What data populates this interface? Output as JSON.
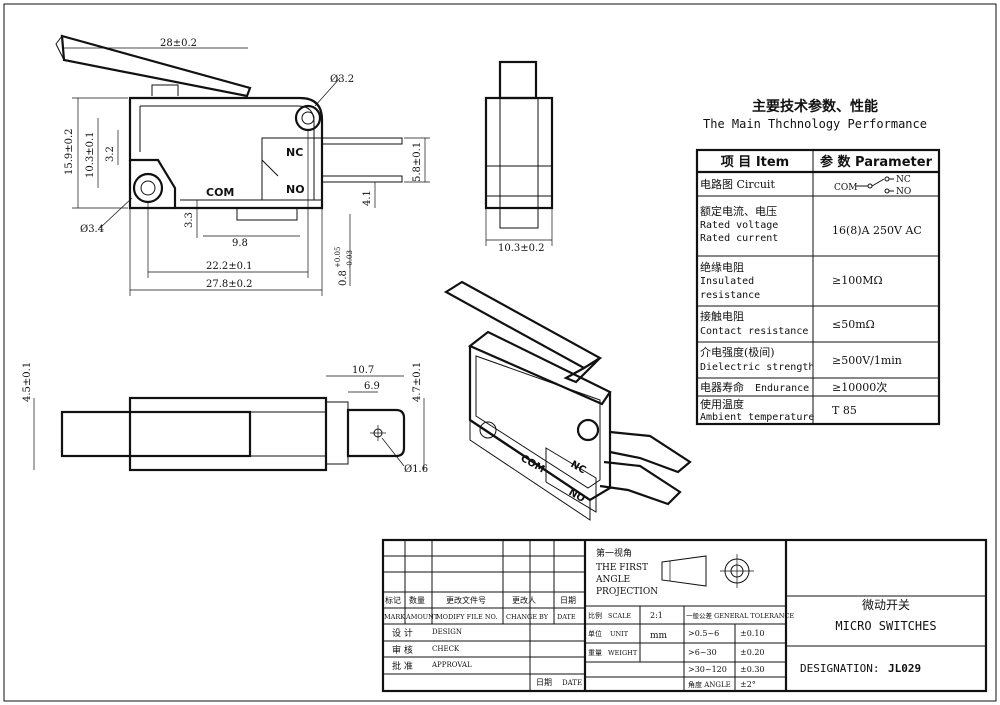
{
  "drawing": {
    "front_view": {
      "dim_lever_length": "28±0.2",
      "dim_hole_top": "Ø3.2",
      "dim_height_total": "15.9±0.2",
      "dim_height_mid": "10.3±0.1",
      "dim_height_small": "3.2",
      "dim_hole_bottom": "Ø3.4",
      "dim_offset": "3.3",
      "dim_term_span": "9.8",
      "dim_hole_span": "22.2±0.1",
      "dim_body_length": "27.8±0.2",
      "dim_term_height": "5.8±0.1",
      "dim_term_gap": "4.1",
      "dim_thickness": "0.8",
      "dim_thickness_tol_plus": "+0.05",
      "dim_thickness_tol_minus": "-0.03",
      "label_nc": "NC",
      "label_no": "NO",
      "label_com": "COM"
    },
    "side_view": {
      "dim_width": "10.3±0.2"
    },
    "bottom_view": {
      "dim_body_width": "4.5±0.1",
      "dim_term_len": "10.7",
      "dim_term_hole_pos": "6.9",
      "dim_term_width": "4.7±0.1",
      "dim_term_hole": "Ø1.6"
    },
    "iso_view": {
      "label_com": "COM",
      "label_nc": "NC",
      "label_no": "NO"
    }
  },
  "performance": {
    "title_cn": "主要技术参数、性能",
    "title_en": "The Main Thchnology Performance",
    "header_item": "项 目 Item",
    "header_param": "参 数 Parameter",
    "circuit_label": "电路图 Circuit",
    "circuit_com": "COM",
    "circuit_nc": "NC",
    "circuit_no": "NO",
    "rows": [
      {
        "cn": "额定电流、电压",
        "en1": "Rated voltage",
        "en2": "Rated current",
        "value": "16(8)A 250V AC"
      },
      {
        "cn": "绝缘电阻",
        "en1": "Insulated",
        "en2": "resistance",
        "value": "≥100MΩ"
      },
      {
        "cn": "接触电阻",
        "en1": "Contact resistance",
        "en2": "",
        "value": "≤50mΩ"
      },
      {
        "cn": "介电强度(极间)",
        "en1": "Dielectric strength",
        "en2": "",
        "value": "≥500V/1min"
      },
      {
        "cn": "电器寿命",
        "en1": "Endurance",
        "en2": "",
        "value": "≥10000次"
      },
      {
        "cn": "使用温度",
        "en1": "Ambient temperature",
        "en2": "",
        "value": "T 85"
      }
    ]
  },
  "title_block": {
    "projection_cn": "第一视角",
    "projection_en1": "THE FIRST",
    "projection_en2": "ANGLE",
    "projection_en3": "PROJECTION",
    "rev_cols_cn": [
      "标记",
      "数量",
      "更改文件号",
      "更改人",
      "日期"
    ],
    "rev_cols_en": [
      "MARK",
      "AMOUNT",
      "MODIFY FILE NO.",
      "CHANGE BY",
      "DATE"
    ],
    "design_cn": "设 计",
    "design_en": "DESIGN",
    "check_cn": "审 核",
    "check_en": "CHECK",
    "approval_cn": "批 准",
    "approval_en": "APPROVAL",
    "date_cn": "日期",
    "date_en": "DATE",
    "scale_cn": "比例",
    "scale_en": "SCALE",
    "scale_value": "2:1",
    "unit_cn": "单位",
    "unit_en": "UNIT",
    "unit_value": "mm",
    "weight_cn": "重量",
    "weight_en": "WEIGHT",
    "tolerance_title": "一般公差 GENERAL TOLERANCE",
    "tolerances": [
      {
        "range": ">0.5~6",
        "tol": "±0.10"
      },
      {
        "range": ">6~30",
        "tol": "±0.20"
      },
      {
        "range": ">30~120",
        "tol": "±0.30"
      },
      {
        "range": "角度 ANGLE",
        "tol": "±2°"
      }
    ],
    "product_cn": "微动开关",
    "product_en": "MICRO SWITCHES",
    "designation_label": "DESIGNATION:",
    "designation_value": "JL029"
  }
}
